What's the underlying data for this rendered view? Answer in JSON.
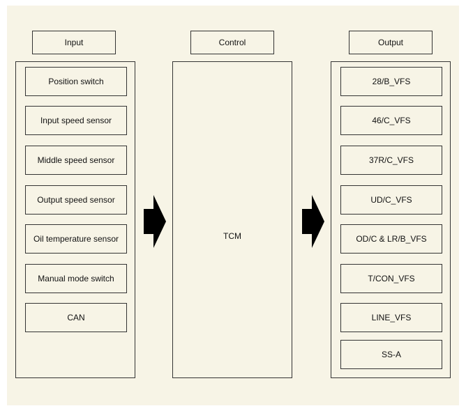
{
  "input": {
    "header": "Input",
    "items": [
      "Position switch",
      "Input speed sensor",
      "Middle speed sensor",
      "Output speed sensor",
      "Oil temperature sensor",
      "Manual mode switch",
      "CAN"
    ]
  },
  "control": {
    "header": "Control",
    "label": "TCM"
  },
  "output": {
    "header": "Output",
    "items": [
      "28/B_VFS",
      "46/C_VFS",
      "37R/C_VFS",
      "UD/C_VFS",
      "OD/C & LR/B_VFS",
      "T/CON_VFS",
      "LINE_VFS",
      "SS-A"
    ]
  }
}
